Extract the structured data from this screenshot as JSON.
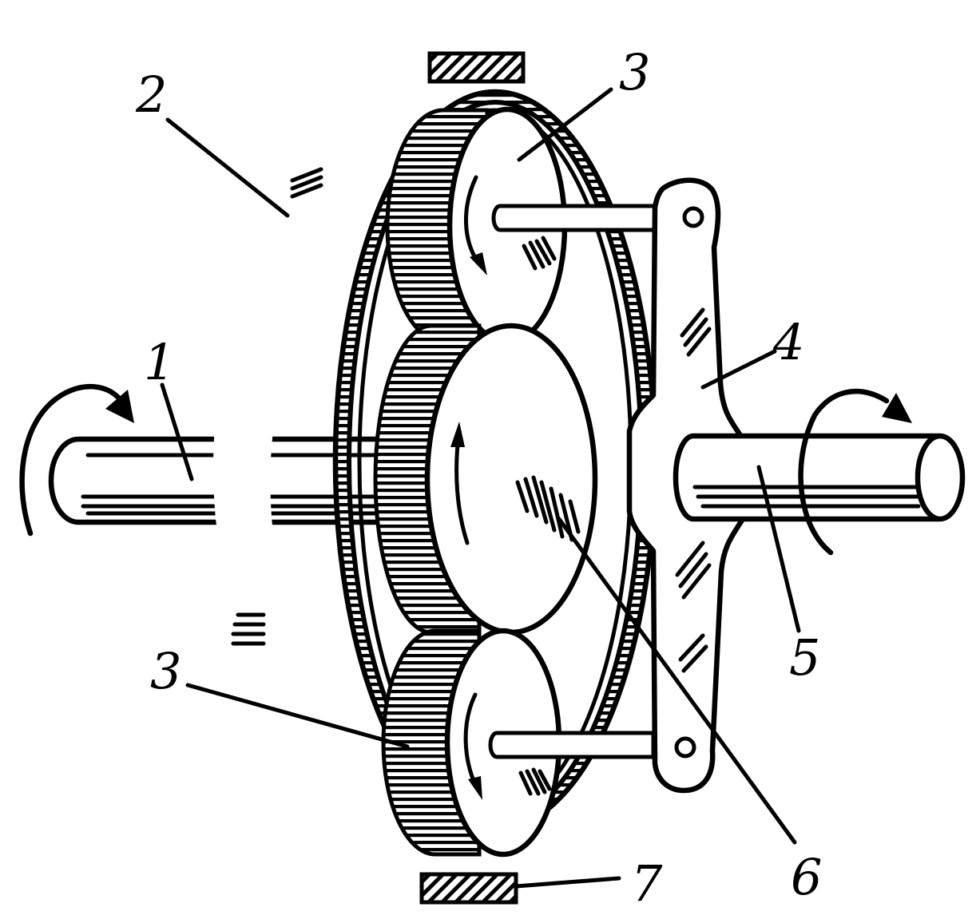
{
  "labels": {
    "l1": "1",
    "l2": "2",
    "l3_top": "3",
    "l3_bottom": "3",
    "l4": "4",
    "l5": "5",
    "l6": "6",
    "l7": "7"
  }
}
